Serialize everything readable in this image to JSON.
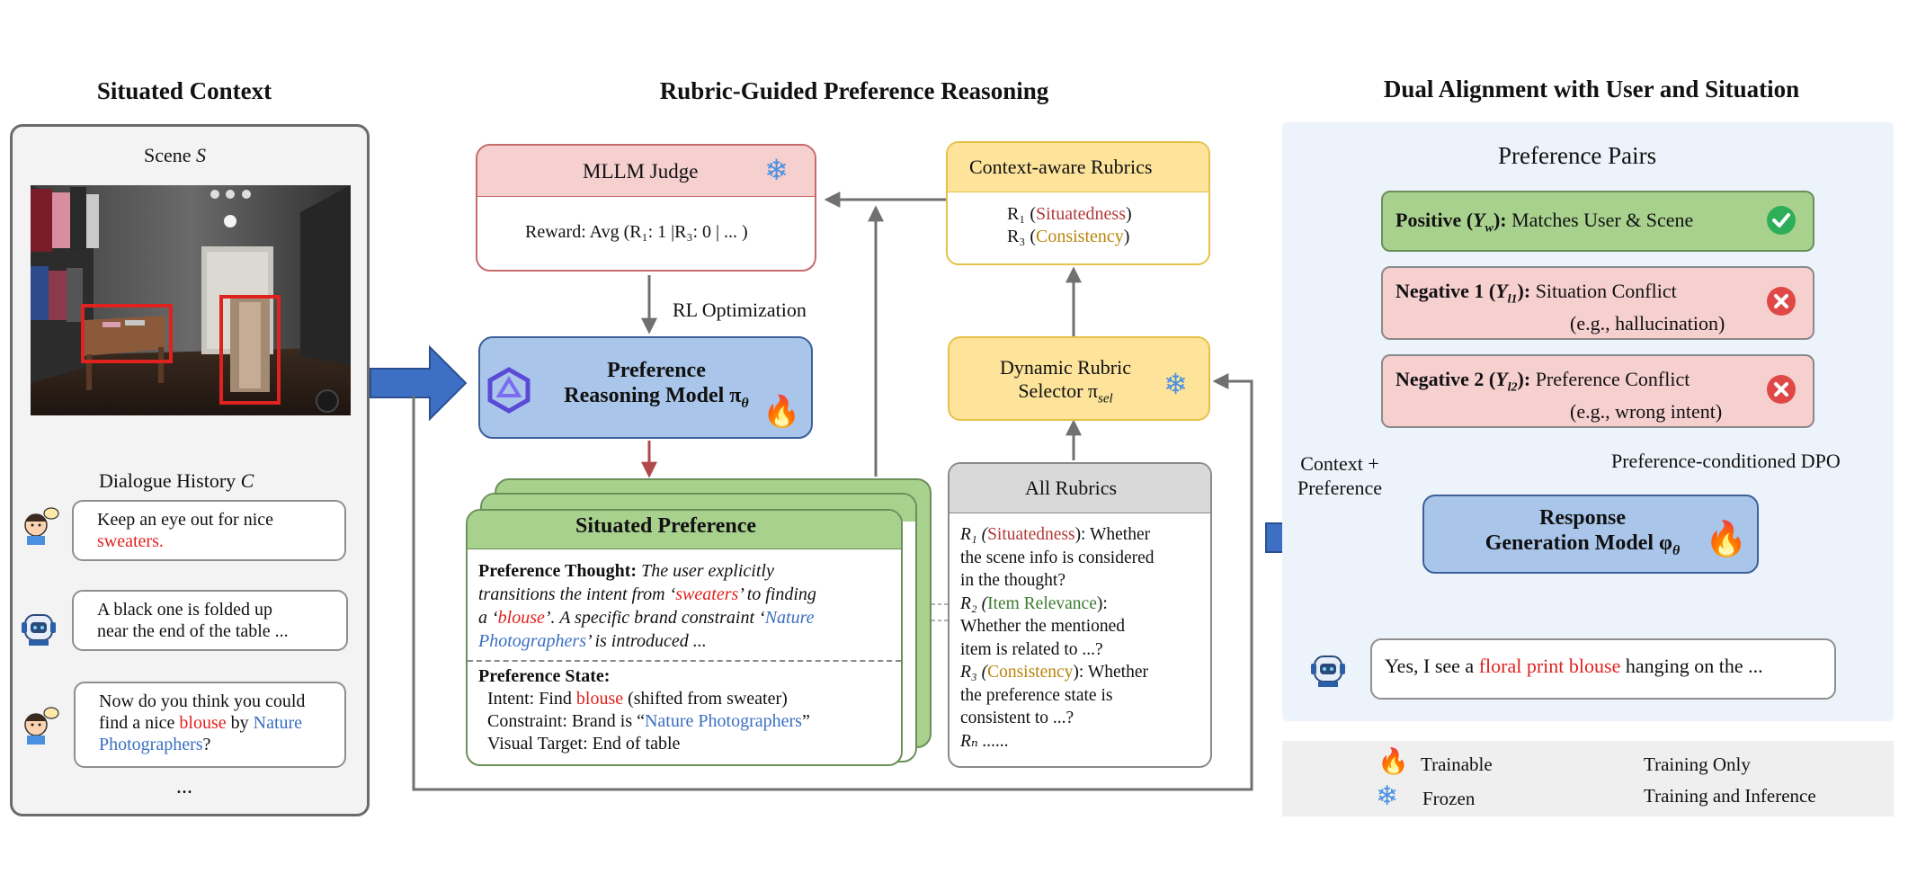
{
  "sections": {
    "context_title": "Situated Context",
    "reasoning_title": "Rubric-Guided Preference Reasoning",
    "alignment_title": "Dual Alignment with User and Situation"
  },
  "context": {
    "scene_label": "Scene ",
    "scene_var": "S",
    "dialogue_label": "Dialogue History ",
    "dialogue_var": "C",
    "turn1_a": "Keep an eye out for nice",
    "turn1_b": "sweaters.",
    "turn2_a": "A black one is folded up",
    "turn2_b": "near the end of the table ...",
    "turn3_a": "Now do you think you could",
    "turn3_b1": "find a nice ",
    "turn3_b2": "blouse",
    "turn3_b3": " by ",
    "turn3_b4": "Nature",
    "turn3_c1": "Photographers",
    "turn3_c2": "?",
    "ellipsis": "..."
  },
  "judge": {
    "title": "MLLM Judge",
    "reward": "Reward: Avg (R₁: 1 |R₃: 0 | ... )"
  },
  "rl_label": "RL Optimization",
  "rubrics_box": {
    "title": "Context-aware Rubrics",
    "r1": "R₁ (",
    "r1_name": "Situatedness",
    "r3": "R₃ (",
    "r3_name": "Consistency",
    "close": ")"
  },
  "reasoning_model": {
    "line1": "Preference",
    "line2": "Reasoning Model π",
    "sub": "θ"
  },
  "selector": {
    "line1": "Dynamic Rubric",
    "line2": "Selector π",
    "sub": "sel"
  },
  "situated": {
    "title": "Situated Preference",
    "thought_label": "Preference Thought:",
    "thought_1": " The user explicitly",
    "thought_2a": "transitions the intent from ‘",
    "thought_2b": "sweaters",
    "thought_2c": "’ to finding",
    "thought_3a": "a ‘",
    "thought_3b": "blouse",
    "thought_3c": "’. A specific brand constraint ‘",
    "thought_3d": "Nature",
    "thought_4a": "Photographers",
    "thought_4b": "’ is introduced ...",
    "state_label": "Preference State:",
    "intent_a": "Intent: Find ",
    "intent_b": "blouse",
    "intent_c": " (shifted from sweater)",
    "constraint_a": "Constraint: Brand is “",
    "constraint_b": "Nature Photographers",
    "constraint_c": "”",
    "visual": "Visual Target: End of table"
  },
  "all_rubrics": {
    "title": "All Rubrics",
    "l1a": "R₁ (",
    "l1b": "Situatedness",
    "l1c": "): Whether",
    "l2": "the scene info is considered",
    "l3": "in the thought?",
    "l4a": "R₂ (",
    "l4b": "Item Relevance",
    "l4c": "):",
    "l5": "Whether the mentioned",
    "l6": "item is related to ...?",
    "l7a": "R₃ (",
    "l7b": "Consistency",
    "l7c": "): Whether",
    "l8": "the preference state is",
    "l9": "consistent to ...?",
    "l10": "Rₙ ......"
  },
  "pairs": {
    "title": "Preference Pairs",
    "pos_label": "Positive (",
    "pos_var": "Y",
    "pos_sub": "w",
    "pos_close": "):",
    "pos_text": " Matches User & Scene",
    "neg1_label": "Negative 1 (",
    "neg1_var": "Y",
    "neg1_sub": "l1",
    "neg1_close": "):",
    "neg1_text": " Situation Conflict",
    "neg1_ex": "(e.g., hallucination)",
    "neg2_label": "Negative 2 (",
    "neg2_var": "Y",
    "neg2_sub": "l2",
    "neg2_close": "):",
    "neg2_text": " Preference Conflict",
    "neg2_ex": "(e.g., wrong intent)"
  },
  "dpo_label": "Preference-conditioned DPO",
  "context_pref_1": "Context +",
  "context_pref_2": "Preference",
  "response_model": {
    "line1": "Response",
    "line2": "Generation Model φ",
    "sub": "θ"
  },
  "response": {
    "a": "Yes, I see a ",
    "b": "floral print blouse",
    "c": " hanging on the ..."
  },
  "legend": {
    "trainable": "Trainable",
    "frozen": "Frozen",
    "training_only": "Training Only",
    "training_inference": "Training and Inference"
  },
  "colors": {
    "pink": "#f6cfcf",
    "yellow": "#fde49a",
    "blue": "#a9c6ea",
    "green": "#a9d18e",
    "gray_head": "#d9d9d9",
    "panel_bg": "#edf3fb",
    "arrow_gray": "#707070",
    "arrow_red": "#b04a4a",
    "big_arrow": "#3d6fc4"
  },
  "icons": [
    "flame-icon",
    "snowflake-icon",
    "check-icon",
    "cross-icon",
    "user-avatar-icon",
    "agent-avatar-icon",
    "model-logo-icon"
  ]
}
